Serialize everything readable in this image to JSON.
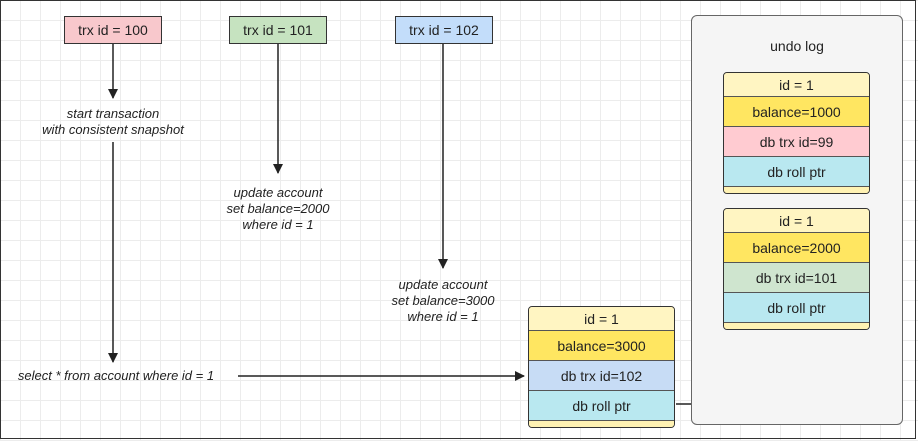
{
  "transactions": [
    {
      "label": "trx id = 100",
      "color": "#f8c8cc"
    },
    {
      "label": "trx id = 101",
      "color": "#c6e3c0"
    },
    {
      "label": "trx id = 102",
      "color": "#c3ddfa"
    }
  ],
  "notes": {
    "start": [
      "start transaction",
      "with consistent snapshot"
    ],
    "update1": [
      "update account",
      "set balance=2000",
      "where id = 1"
    ],
    "update2": [
      "update account",
      "set balance=3000",
      "where id = 1"
    ],
    "select": "select * from account where id = 1"
  },
  "undo_log_title": "undo log",
  "current_record": {
    "id": "id = 1",
    "balance": "balance=3000",
    "trx": "db trx id=102",
    "roll": "db roll ptr"
  },
  "undo_record_1": {
    "id": "id = 1",
    "balance": "balance=2000",
    "trx": "db trx id=101",
    "roll": "db roll ptr"
  },
  "undo_record_2": {
    "id": "id = 1",
    "balance": "balance=1000",
    "trx": "db trx id=99",
    "roll": "db roll ptr"
  }
}
